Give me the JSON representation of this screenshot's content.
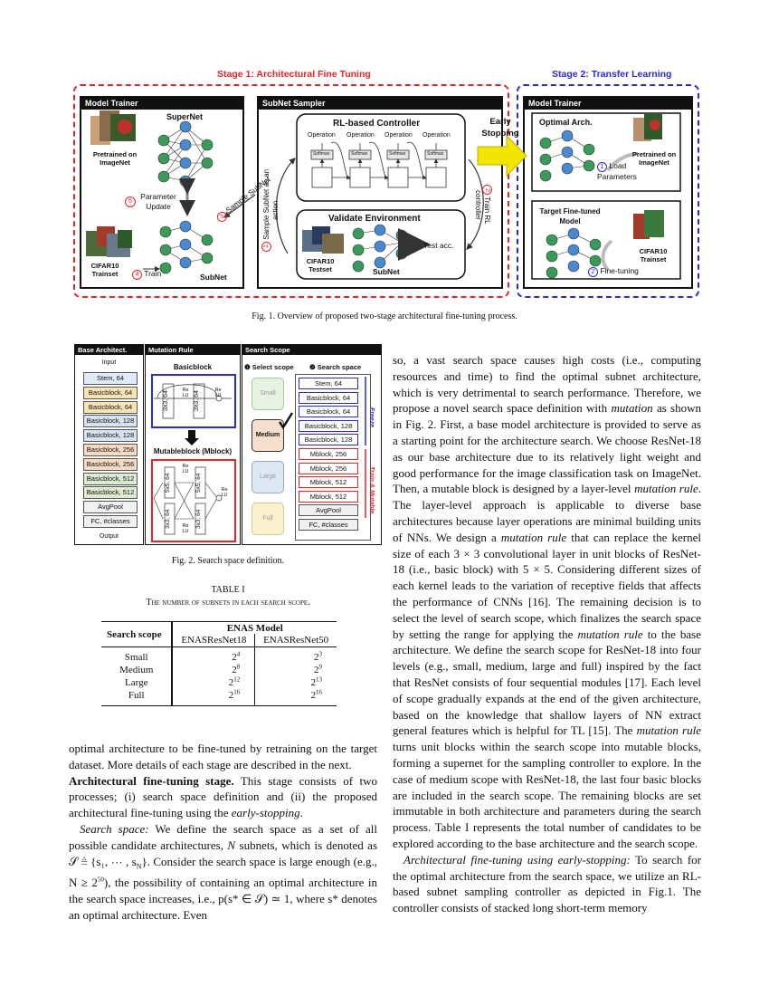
{
  "fig1": {
    "stage1_title": "Stage 1: Architectural Fine Tuning",
    "stage2_title": "Stage 2: Transfer Learning",
    "model_trainer": "Model Trainer",
    "subnet_sampler": "SubNet Sampler",
    "supernet": "SuperNet",
    "pretrained_imagenet": "Pretrained on ImageNet",
    "parameter_update": "Parameter Update",
    "sample_subnet": "Sample SubNet",
    "cifar10_trainset": "CIFAR10 Trainset",
    "train": "Train",
    "subnet": "SubNet",
    "rl_controller": "RL-based Controller",
    "operation": "Operation",
    "softmax": "Softmax",
    "sample_subnet_action": "Sample SubNet as an action",
    "train_rl_controller": "Train RL controller",
    "validate_env": "Validate Environment",
    "cifar10_testset": "CIFAR10 Testset",
    "test_acc": "Test acc.",
    "early_stopping": "Early Stopping",
    "optimal_arch": "Optimal Arch.",
    "pretrained_on": "Pretrained on ImageNet",
    "load_parameters": "Load Parameters",
    "target_model": "Target Fine-tuned Model",
    "fine_tuning": "Fine-tuning",
    "cifar10_trainset2": "CIFAR10 Trainset",
    "n1": "1",
    "n2": "2",
    "n3": "3",
    "n4": "4",
    "n5": "5",
    "caption": "Fig. 1.   Overview of proposed two-stage architectural fine-tuning process."
  },
  "fig2": {
    "base_title": "Base Architect.",
    "mutation_title": "Mutation Rule",
    "scope_title": "Search Scope",
    "input": "Input",
    "output": "Output",
    "base_blocks": [
      "Stem, 64",
      "Basicblock, 64",
      "Basicblock, 64",
      "Basicblock, 128",
      "Basicblock, 128",
      "Basicblock, 256",
      "Basicblock, 256",
      "Basicblock, 512",
      "Basicblock, 512",
      "AvgPool",
      "FC, #classes"
    ],
    "basicblock": "Basicblock",
    "mutableblock": "Mutableblock (Mblock)",
    "conv3": "3x3, 64",
    "conv5": "5x5, 64",
    "relu": "Re LU",
    "select_scope": "❶ Select scope",
    "search_space": "❷ Search space",
    "scopes": [
      "Small",
      "Medium",
      "Large",
      "Full"
    ],
    "space_blocks": [
      "Stem, 64",
      "Basicblock, 64",
      "Basicblock, 64",
      "Basicblock, 128",
      "Basicblock, 128",
      "Mblock, 256",
      "Mblock, 256",
      "Mblock, 512",
      "Mblock, 512",
      "AvgPool",
      "FC, #classes"
    ],
    "freeze": "Freeze",
    "train_mutable": "Train & Mutable",
    "caption": "Fig. 2.   Search space definition."
  },
  "table1": {
    "label": "TABLE I",
    "title": "The number of subnets in each search scope.",
    "col_scope": "Search scope",
    "group": "ENAS Model",
    "col_a": "ENASResNet18",
    "col_b": "ENASResNet50",
    "rows": [
      {
        "scope": "Small",
        "a": "4",
        "b": "3"
      },
      {
        "scope": "Medium",
        "a": "8",
        "b": "9"
      },
      {
        "scope": "Large",
        "a": "12",
        "b": "13"
      },
      {
        "scope": "Full",
        "a": "16",
        "b": "16"
      }
    ]
  },
  "left_text": {
    "p1": "optimal architecture to be fine-tuned by retraining on the target dataset. More details of each stage are described in the next.",
    "p2_head": "Architectural fine-tuning stage.",
    "p2": " This stage consists of two processes; (i) search space definition and (ii) the proposed architectural fine-tuning using the ",
    "p2_it": "early-stopping",
    "p2_end": ".",
    "p3_it": "Search space:",
    "p3a": " We define the search space as a set of all possible candidate architectures, ",
    "p3b": " subnets, which is denoted as 𝒮 ≜ {s₁, ⋯ , s",
    "p3c": "}. Consider the search space is large enough (e.g., N ≥ 2",
    "p3d": "), the possibility of containing an optimal architecture in the search space increases, i.e., p(s* ∈ 𝒮) ≃ 1, where s* denotes an optimal architecture. Even"
  },
  "right_text": {
    "p1a": "so, a vast search space causes high costs (i.e., computing resources and time) to find the optimal subnet architecture, which is very detrimental to search performance. Therefore, we propose a novel search space definition with ",
    "p1_it": "mutation",
    "p1b": " as shown in Fig. 2. First, a base model architecture is provided to serve as a starting point for the architecture search. We choose ResNet-18 as our base architecture due to its relatively light weight and good performance for the image classification task on ImageNet. Then, a mutable block is designed by a layer-level ",
    "p1_it2": "mutation rule",
    "p1c": ". The layer-level approach is applicable to diverse base architectures because layer operations are minimal building units of NNs. We design a ",
    "p1_it3": "mutation rule",
    "p1d": " that can replace the kernel size of each 3 × 3 convolutional layer in unit blocks of ResNet-18 (i.e., basic block) with 5 × 5. Considering different sizes of each kernel leads to the variation of receptive fields that affects the performance of CNNs [16]. The remaining decision is to select the level of search scope, which finalizes the search space by setting the range for applying the ",
    "p1_it4": "mutation rule",
    "p1e": " to the base architecture. We define the search scope for ResNet-18 into four levels (e.g., small, medium, large and full) inspired by the fact that ResNet consists of four sequential modules [17]. Each level of scope gradually expands at the end of the given architecture, based on the knowledge that shallow layers of NN extract general features which is helpful for TL [15]. The ",
    "p1_it5": "mutation rule",
    "p1f": " turns unit blocks within the search scope into mutable blocks, forming a supernet for the sampling controller to explore. In the case of medium scope with ResNet-18, the last four basic blocks are included in the search scope. The remaining blocks are set immutable in both architecture and parameters during the search process. Table I represents the total number of candidates to be explored according to the base architecture and the search scope.",
    "p2_it": "Architectural fine-tuning using early-stopping:",
    "p2": " To search for the optimal architecture from the search space, we utilize an RL-based subnet sampling controller as depicted in Fig.1. The controller consists of stacked long short-term memory"
  },
  "colors": {
    "stage1": "#e8232a",
    "stage2": "#2a2ad8",
    "node_green": "#3a9a5a",
    "node_blue": "#4a88d0",
    "arrow_yellow": "#f2e600"
  }
}
